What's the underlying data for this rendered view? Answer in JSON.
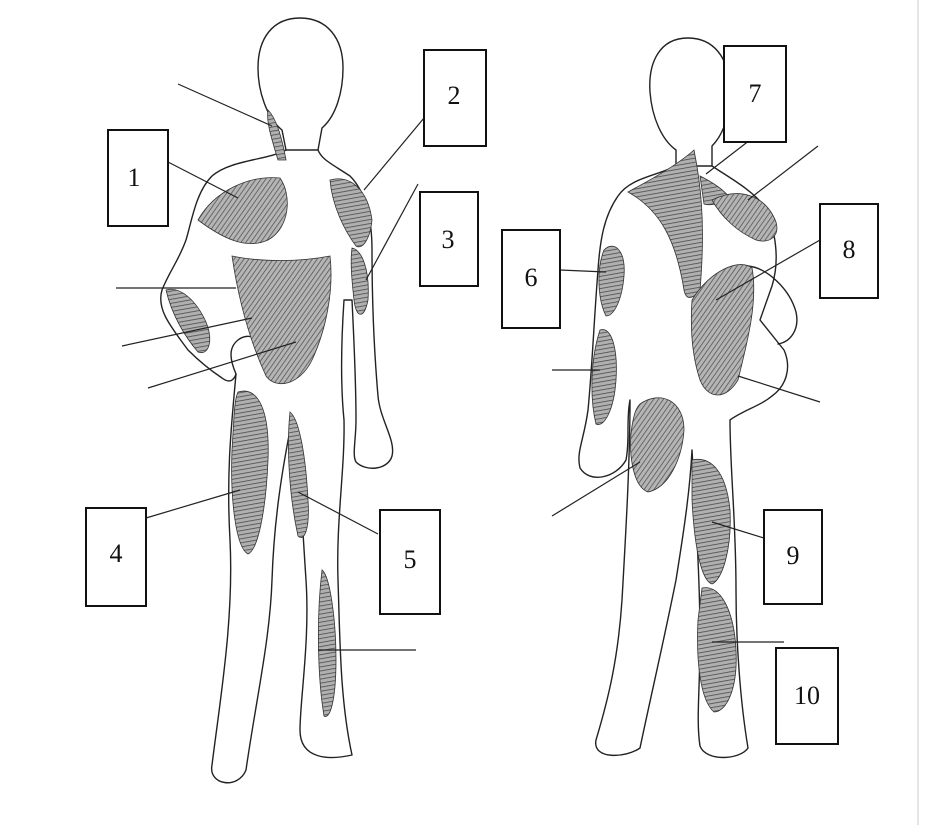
{
  "labels": [
    {
      "id": 1,
      "text": "1"
    },
    {
      "id": 2,
      "text": "2"
    },
    {
      "id": 3,
      "text": "3"
    },
    {
      "id": 4,
      "text": "4"
    },
    {
      "id": 5,
      "text": "5"
    },
    {
      "id": 6,
      "text": "6"
    },
    {
      "id": 7,
      "text": "7"
    },
    {
      "id": 8,
      "text": "8"
    },
    {
      "id": 9,
      "text": "9"
    },
    {
      "id": 10,
      "text": "10"
    }
  ],
  "colors": {
    "outline": "#222222",
    "muscle_fill": "#8c8c8c",
    "box_border": "#111111",
    "background": "#ffffff"
  },
  "figures": {
    "front": "front-body-outline",
    "back": "back-body-outline"
  }
}
